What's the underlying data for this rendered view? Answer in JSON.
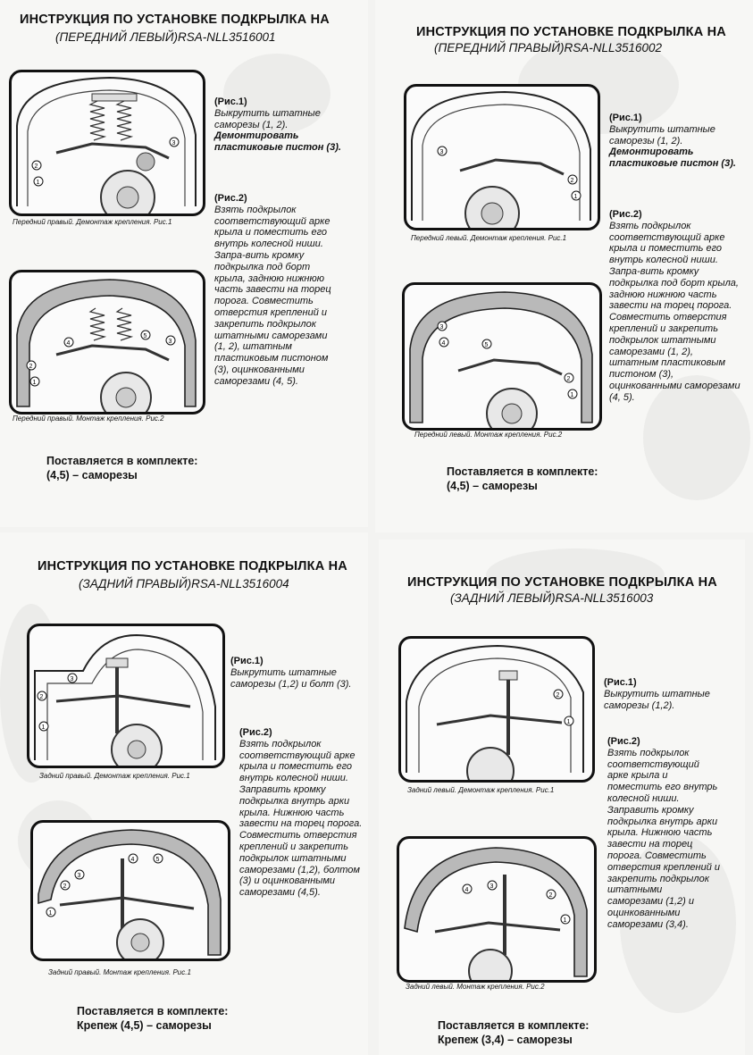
{
  "sections": [
    {
      "title": "ИНСТРУКЦИЯ ПО УСТАНОВКЕ ПОДКРЫЛКА НА",
      "subtitle": "(ПЕРЕДНИЙ ЛЕВЫЙ)RSA-NLL3516001",
      "fig1_caption": "Передний правый. Демонтаж крепления. Рис.1",
      "fig2_caption": "Передний правый. Монтаж крепления. Рис.2",
      "step1_label": "(Рис.1)",
      "step1_text": "Выкрутить штатные саморезы (1, 2).",
      "step1_bold": "Демонтировать пластиковые пистон (3).",
      "step2_label": "(Рис.2)",
      "step2_text": "Взять подкрылок соответствующий арке крыла и поместить его внутрь колесной ниши. Запра-вить кромку подкрылка под борт крыла, заднюю нижнюю часть завести на торец порога. Совместить отверстия креплений и закрепить подкрылок штатными саморезами (1, 2), штатным пластиковым пистоном (3), оцинкованными саморезами (4, 5).",
      "kit_line1": "Поставляется в комплекте:",
      "kit_line2": "(4,5) –  саморезы"
    },
    {
      "title": "ИНСТРУКЦИЯ ПО УСТАНОВКЕ ПОДКРЫЛКА НА",
      "subtitle": "(ПЕРЕДНИЙ ПРАВЫЙ)RSA-NLL3516002",
      "fig1_caption": "Передний левый. Демонтаж крепления. Рис.1",
      "fig2_caption": "Передний левый. Монтаж крепления. Рис.2",
      "step1_label": "(Рис.1)",
      "step1_text": "Выкрутить штатные саморезы (1, 2).",
      "step1_bold": "Демонтировать пластиковые пистон (3).",
      "step2_label": "(Рис.2)",
      "step2_text": "Взять подкрылок соответствующий арке крыла и поместить его внутрь колесной ниши. Запра-вить кромку подкрылка под борт крыла, заднюю нижнюю часть завести на торец порога. Совместить отверстия креплений и закрепить подкрылок штатными саморезами (1, 2), штатным пластиковым пистоном (3), оцинкованными саморезами (4, 5).",
      "kit_line1": "Поставляется в комплекте:",
      "kit_line2": "(4,5) –  саморезы"
    },
    {
      "title": "ИНСТРУКЦИЯ ПО УСТАНОВКЕ ПОДКРЫЛКА НА",
      "subtitle": "(ЗАДНИЙ ПРАВЫЙ)RSA-NLL3516004",
      "fig1_caption": "Задний правый. Демонтаж крепления. Рис.1",
      "fig2_caption": "Задний правый. Монтаж крепления. Рис.1",
      "step1_label": "(Рис.1)",
      "step1_text": "Выкрутить штатные саморезы (1,2) и болт (3).",
      "step1_bold": "",
      "step2_label": "(Рис.2)",
      "step2_text": "Взять подкрылок соответствующий арке крыла и поместить его внутрь колесной ниши. Заправить кромку подкрылка внутрь арки крыла. Нижнюю часть завести на торец порога. Совместить отверстия креплений и закрепить подкрылок штатными саморезами (1,2), болтом (3) и оцинкованными саморезами (4,5).",
      "kit_line1": "Поставляется в комплекте:",
      "kit_line2": "Крепеж (4,5) – саморезы"
    },
    {
      "title": "ИНСТРУКЦИЯ ПО УСТАНОВКЕ ПОДКРЫЛКА НА",
      "subtitle": "(ЗАДНИЙ ЛЕВЫЙ)RSA-NLL3516003",
      "fig1_caption": "Задний левый. Демонтаж крепления. Рис.1",
      "fig2_caption": "Задний левый. Монтаж крепления. Рис.2",
      "step1_label": "(Рис.1)",
      "step1_text": "Выкрутить штатные саморезы (1,2).",
      "step1_bold": "",
      "step2_label": "(Рис.2)",
      "step2_text": "Взять подкрылок соответствующий арке крыла и поместить его внутрь колесной ниши. Заправить кромку подкрылка внутрь арки крыла. Нижнюю часть завести на торец порога. Совместить отверстия креплений и закрепить подкрылок штатными саморезами (1,2) и оцинкованными саморезами (3,4).",
      "kit_line1": "Поставляется в комплекте:",
      "kit_line2": "Крепеж (3,4) – саморезы"
    }
  ]
}
